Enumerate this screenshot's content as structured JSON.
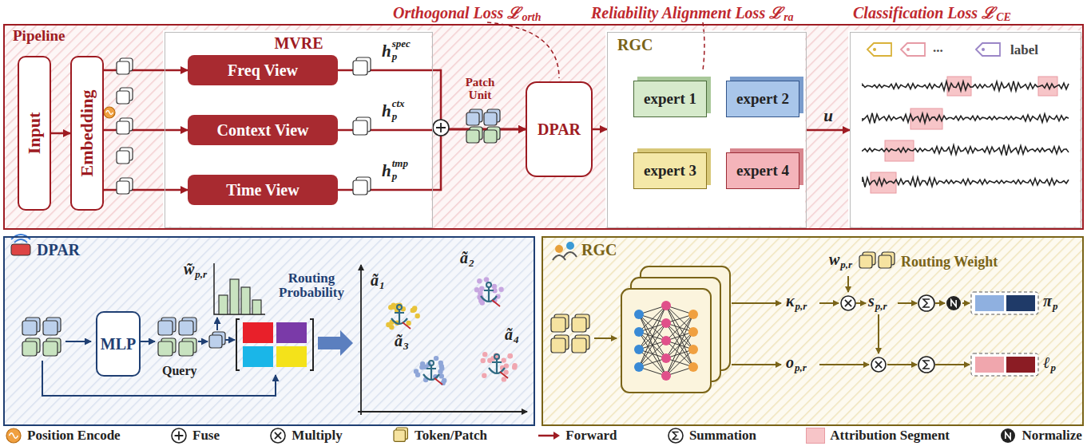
{
  "diagram": {
    "nodes": [
      {
        "text": [
          "Pipeline"
        ]
      },
      {
        "text": [
          "Input"
        ],
        "in": 0
      },
      {
        "text": [
          "Embedding"
        ],
        "in": 0
      },
      {
        "text": [
          "MVRE"
        ],
        "in": 0
      },
      {
        "text": [
          "Freq View"
        ],
        "in": 3
      },
      {
        "text": [
          "Context View"
        ],
        "in": 3
      },
      {
        "text": [
          "Time View"
        ],
        "in": 3
      },
      {
        "text": [
          "DPAR"
        ],
        "in": 0
      },
      {
        "text": [
          "RGC"
        ],
        "in": 0
      },
      {
        "text": [
          "expert 1"
        ],
        "in": 8
      },
      {
        "text": [
          "expert 2"
        ],
        "in": 8
      },
      {
        "text": [
          "expert 3"
        ],
        "in": 8
      },
      {
        "text": [
          "expert 4"
        ],
        "in": 8
      },
      {
        "text": [
          "label"
        ],
        "in": 0
      },
      {
        "text": [
          "DPAR"
        ]
      },
      {
        "text": [
          "MLP"
        ],
        "in": 14
      },
      {
        "text": [
          "RGC"
        ]
      }
    ],
    "edges": [
      {
        "from": 1,
        "to": 2,
        "arrow": "to"
      },
      {
        "from": 2,
        "to": 4,
        "arrow": "to"
      },
      {
        "from": 2,
        "to": 5,
        "arrow": "to"
      },
      {
        "from": 2,
        "to": 6,
        "arrow": "to"
      },
      {
        "from": 4,
        "to": 7,
        "arrow": "to"
      },
      {
        "from": 5,
        "to": 7,
        "arrow": "to"
      },
      {
        "from": 6,
        "to": 7,
        "arrow": "to"
      },
      {
        "from": 7,
        "to": 8,
        "arrow": "to"
      },
      {
        "from": 8,
        "to": 13,
        "label": "u",
        "arrow": "to"
      }
    ],
    "labels": [
      "Orthogonal Loss ℒ",
      "orth",
      "Reliability Alignment Loss ℒ",
      "ra",
      "Classification Loss ℒ",
      "CE",
      "h",
      "p",
      "spec",
      "h",
      "p",
      "ctx",
      "h",
      "p",
      "tmp",
      "Patch Unit",
      "...",
      "w̃",
      "p,r",
      "Routing Probability",
      "Query",
      "ã",
      "1",
      "ã",
      "2",
      "ã",
      "3",
      "ã",
      "4",
      "w",
      "p,r",
      "Routing Weight",
      "κ",
      "p,r",
      "o",
      "p,r",
      "s",
      "p,r",
      "π",
      "p",
      "ℓ",
      "p"
    ],
    "legend": [
      {
        "text": "Position Encode"
      },
      {
        "text": "Fuse"
      },
      {
        "text": "Multiply"
      },
      {
        "text": "Token/Patch"
      },
      {
        "text": "Forward"
      },
      {
        "text": "Summation"
      },
      {
        "text": "Attribution Segment",
        "color": "#f7c5c8"
      },
      {
        "text": "Normalize"
      }
    ]
  }
}
